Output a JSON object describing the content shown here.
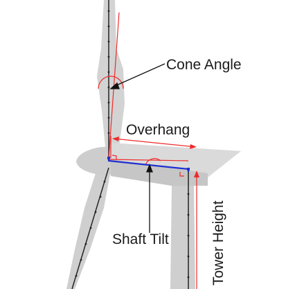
{
  "labels": {
    "cone_angle": "Cone Angle",
    "overhang": "Overhang",
    "shaft_tilt": "Shaft Tilt",
    "tower_height": "Tower Height"
  },
  "colors": {
    "structure_gray": "#d6d6d6",
    "structure_gray_dark": "#bdbdbd",
    "dimension_red": "#ee2a2a",
    "shaft_blue": "#1f2fd0",
    "axis_black": "#222222"
  }
}
